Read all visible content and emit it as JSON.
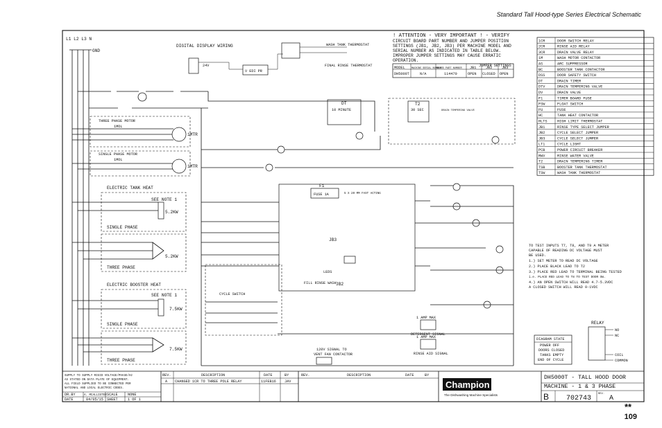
{
  "header": {
    "title": "Standard Tall Hood-type Series Electrical Schematic"
  },
  "page_number": "109",
  "power": {
    "lines": "L1 L2 L3 N",
    "gnd": "GND"
  },
  "digital": {
    "title": "DIGITAL DISPLAY WIRING",
    "v": "24V",
    "box": "V  EDI PR"
  },
  "thermostat": {
    "wash": "WASH TANK THERMOSTAT",
    "final": "FINAL RINSE THERMOSTAT"
  },
  "attention": {
    "title": "! ATTENTION - VERY IMPORTANT ! - VERIFY",
    "lines": [
      "CIRCUIT BOARD PART NUMBER AND JUMPER POSITION",
      "SETTINGS (JB1, JB2, JB3) PER MACHINE MODEL AND",
      "SERIAL NUMBER AS INDICATED IN TABLE BELOW.",
      "IMPROPER JUMPER SETTINGS MAY CAUSE ERRATIC",
      "OPERATION."
    ],
    "table_headers": [
      "MODEL",
      "MACHINE SERIAL NUMBER",
      "BOARD PART NUMBER",
      "JB1",
      "JB2",
      "JB3"
    ],
    "jumper_settings": "JUMPER SETTINGS",
    "row": [
      "DH5000T",
      "N/A",
      "114470",
      "OPEN",
      "CLOSED",
      "OPEN"
    ]
  },
  "legend": [
    [
      "1CR",
      "DOOR SWITCH RELAY"
    ],
    [
      "2CR",
      "RINSE AID RELAY"
    ],
    [
      "3CR",
      "DRAIN VALVE RELAY"
    ],
    [
      "1M",
      "WASH MOTOR CONTACTOR"
    ],
    [
      "AS",
      "ARC SUPPRESSOR"
    ],
    [
      "BC",
      "BOOSTER TANK CONTACTOR"
    ],
    [
      "DSS",
      "DOOR SAFETY SWITCH"
    ],
    [
      "DT",
      "DRAIN TIMER"
    ],
    [
      "DTV",
      "DRAIN TEMPERING VALVE"
    ],
    [
      "DV",
      "DRAIN VALVE"
    ],
    [
      "F1",
      "TIMER BOARD FUSE"
    ],
    [
      "FSW",
      "FLOAT SWITCH"
    ],
    [
      "FU",
      "FUSE"
    ],
    [
      "HC",
      "TANK HEAT CONTACTOR"
    ],
    [
      "HLTS",
      "HIGH LIMIT THERMOSTAT"
    ],
    [
      "JB1",
      "RINSE TYPE SELECT JUMPER"
    ],
    [
      "JB2",
      "CYCLE SELECT JUMPER"
    ],
    [
      "JB3",
      "CYCLE SELECT JUMPER"
    ],
    [
      "LT1",
      "CYCLE LIGHT"
    ],
    [
      "PCB",
      "POWER CIRCUIT BREAKER"
    ],
    [
      "RWV",
      "RINSE WATER VALVE"
    ],
    [
      "T2",
      "DRAIN TEMPERING TIMER"
    ],
    [
      "TSB",
      "BOOSTER TANK THERMOSTAT"
    ],
    [
      "TSW",
      "WASH TANK THERMOSTAT"
    ]
  ],
  "sections": {
    "three_phase_motor": "THREE PHASE MOTOR",
    "single_phase_motor": "SINGLE PHASE MOTOR",
    "electric_tank_heat": "ELECTRIC TANK HEAT",
    "electric_booster_heat": "ELECTRIC BOOSTER HEAT",
    "single_phase": "SINGLE PHASE",
    "three_phase": "THREE PHASE",
    "see_note": "SEE NOTE 1"
  },
  "components": {
    "kw52": "5.2KW",
    "kw75": "7.5KW",
    "imtr": "1MTR",
    "imol": "1MOL",
    "dt_timer": "DT",
    "dt_sub": "10 MINUTE",
    "t2": "T2",
    "t2_sub": "30 SEC",
    "drain_temper": "DRAIN TEMPERING VALVE",
    "fuse_box": "F1",
    "fuse_box_sub": "FUSE 1A",
    "fuse_spec": "5 X 20 MM FAST ACTING",
    "leds": "LEDS",
    "fill_rinse": "FILL RINSE WASH",
    "jb2": "JB2",
    "jb3": "JB3",
    "cycle_switch": "CYCLE SWITCH",
    "detergent": "DETERGENT SIGNAL",
    "rinse_aid": "RINSE AID SIGNAL",
    "amp_max": "1 AMP MAX",
    "vent": "120V SIGNAL TO VENT FAN CONTACTOR",
    "relay": "RELAY"
  },
  "notes": {
    "lines": [
      "TO TEST INPUTS T7, T8, AND T9 A METER",
      "CAPABLE OF READING DC VOLTAGE MUST",
      "BE USED.",
      "1.) SET METER TO READ DC VOLTAGE",
      "2.) PLACE BLACK LEAD TO T2",
      "3.) PLACE RED LEAD TO TERMINAL BEING TESTED",
      "    i.e. PLACE RED LEAD TO T8 TO TEST DOOR SW.",
      "4.) AN OPEN SWITCH WILL READ 4.7-5.3VDC",
      "    A CLOSED SWITCH WILL READ 0-1VDC"
    ]
  },
  "diagram_state": {
    "title": "DIAGRAM STATE",
    "lines": [
      "POWER OFF",
      "DOORS CLOSED",
      "TANKS EMPTY",
      "END OF CYCLE"
    ]
  },
  "relay_labels": {
    "no": "NO",
    "nc": "NC",
    "coil": "COIL",
    "common": "COMMON"
  },
  "title_block": {
    "left_notes": [
      "SUPPLY TO SUPPLY RIGID VOLTAGE/PHASE/Hz",
      "AS STATED ON DATA PLATE OF EQUIPMENT.",
      "ALL FIELD SUPPLIED TO BE CONNECTED PER",
      "NATIONAL AND LOCAL ELECTRIC CODES."
    ],
    "dr_by_label": "DR.BY",
    "dr_by": "A. MCALLISTER",
    "scale_label": "SCALE",
    "scale": "NONE",
    "date_label": "DATE",
    "date": "04/05/15",
    "sheet_label": "SHEET",
    "sheet": "1 OF 1",
    "rev_headers": [
      "REV.",
      "DESCRIPTION",
      "DATE",
      "BY"
    ],
    "rev_row": [
      "A",
      "CHANGED 1CR TO THREE POLE RELAY",
      "11FEB16",
      "JAV"
    ],
    "brand": "Champion",
    "tagline": "The Dishwashing Machine Specialists",
    "title_line1": "DH5000T - TALL HOOD DOOR",
    "title_line2": "MACHINE - 1 & 3 PHASE",
    "size": "B",
    "dwg_no": "702743",
    "rev_label": "REV.",
    "rev": "A",
    "stars": "**"
  }
}
